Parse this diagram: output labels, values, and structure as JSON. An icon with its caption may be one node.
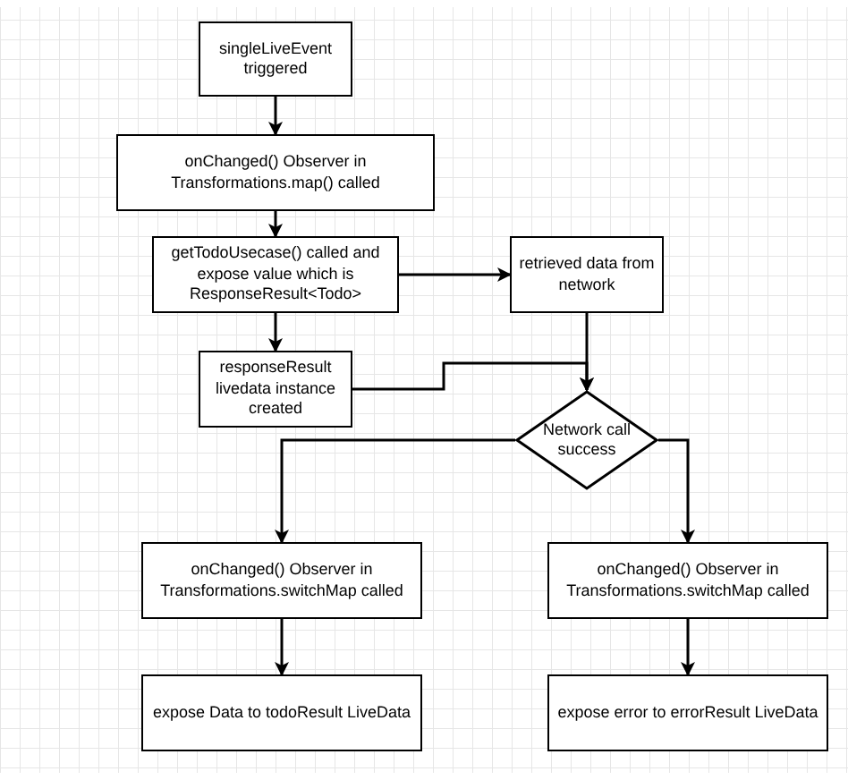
{
  "diagram": {
    "nodes": [
      {
        "text": [
          "singleLiveEvent triggered"
        ]
      },
      {
        "text": [
          "onChanged() Observer in Transformations.map() called"
        ]
      },
      {
        "text": [
          "getTodoUsecase() called and expose value which is ResponseResult<Todo>"
        ]
      },
      {
        "text": [
          "retrieved data from network"
        ]
      },
      {
        "text": [
          "responseResult livedata instance created"
        ]
      },
      {
        "text": [
          "Network call success"
        ]
      },
      {
        "text": [
          "onChanged() Observer in Transformations.switchMap called"
        ]
      },
      {
        "text": [
          "onChanged() Observer in Transformations.switchMap called"
        ]
      },
      {
        "text": [
          "expose Data to todoResult LiveData"
        ]
      },
      {
        "text": [
          "expose error to errorResult LiveData"
        ]
      }
    ],
    "edges": [
      {
        "from": 0,
        "to": 1,
        "arrow": "to"
      },
      {
        "from": 1,
        "to": 2,
        "arrow": "to"
      },
      {
        "from": 2,
        "to": 3,
        "arrow": "to"
      },
      {
        "from": 2,
        "to": 4,
        "arrow": "to"
      },
      {
        "from": 3,
        "to": 5,
        "arrow": "to"
      },
      {
        "from": 4,
        "to": 5,
        "arrow": "to"
      },
      {
        "from": 5,
        "to": 6,
        "arrow": "to"
      },
      {
        "from": 5,
        "to": 7,
        "arrow": "to"
      },
      {
        "from": 6,
        "to": 8,
        "arrow": "to"
      },
      {
        "from": 7,
        "to": 9,
        "arrow": "to"
      }
    ]
  }
}
